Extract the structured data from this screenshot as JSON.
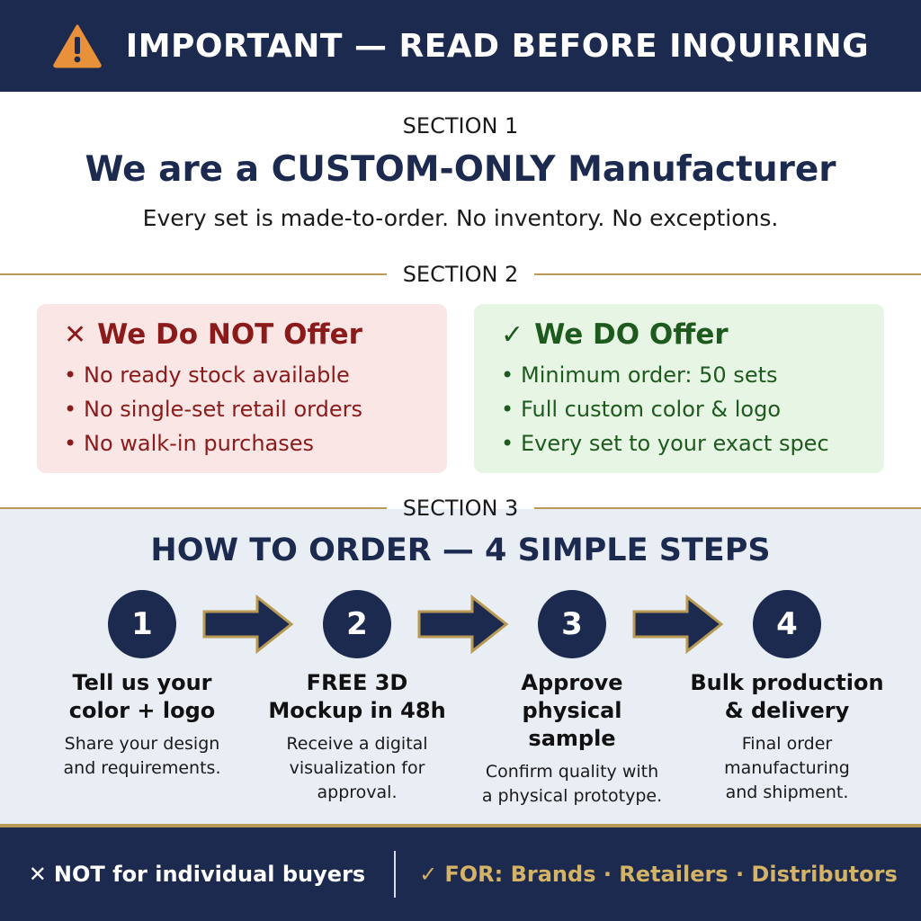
{
  "header": {
    "title": "IMPORTANT — READ BEFORE INQUIRING",
    "icon": "warning-triangle-icon",
    "icon_color": "#e8913a"
  },
  "section1": {
    "label": "SECTION 1",
    "title": "We are a CUSTOM-ONLY Manufacturer",
    "subtitle": "Every set is made-to-order. No inventory. No exceptions."
  },
  "section2": {
    "label": "SECTION 2",
    "not_offer": {
      "mark": "✕",
      "title": "We Do NOT Offer",
      "items": [
        "No ready stock available",
        "No single-set retail orders",
        "No walk-in purchases"
      ]
    },
    "do_offer": {
      "mark": "✓",
      "title": "We DO Offer",
      "items": [
        "Minimum order: 50 sets",
        "Full custom color & logo",
        "Every set to your exact spec"
      ]
    }
  },
  "section3": {
    "label": "SECTION 3",
    "title": "HOW TO ORDER — 4 SIMPLE STEPS",
    "steps": [
      {
        "number": "1",
        "title": "Tell us your color + logo",
        "desc": "Share your design and requirements."
      },
      {
        "number": "2",
        "title": "FREE 3D Mockup in 48h",
        "desc": "Receive a digital visualization for approval."
      },
      {
        "number": "3",
        "title": "Approve physical sample",
        "desc": "Confirm quality with a physical prototype."
      },
      {
        "number": "4",
        "title": "Bulk production & delivery",
        "desc": "Final order manufacturing and shipment."
      }
    ]
  },
  "footer": {
    "left_mark": "✕",
    "left": "NOT for individual buyers",
    "right_mark": "✓",
    "right": "FOR: Brands · Retailers · Distributors"
  },
  "colors": {
    "navy": "#1b2a4e",
    "gold": "#b89a55",
    "red": "#8b1a1a",
    "green": "#1e5a1e"
  }
}
